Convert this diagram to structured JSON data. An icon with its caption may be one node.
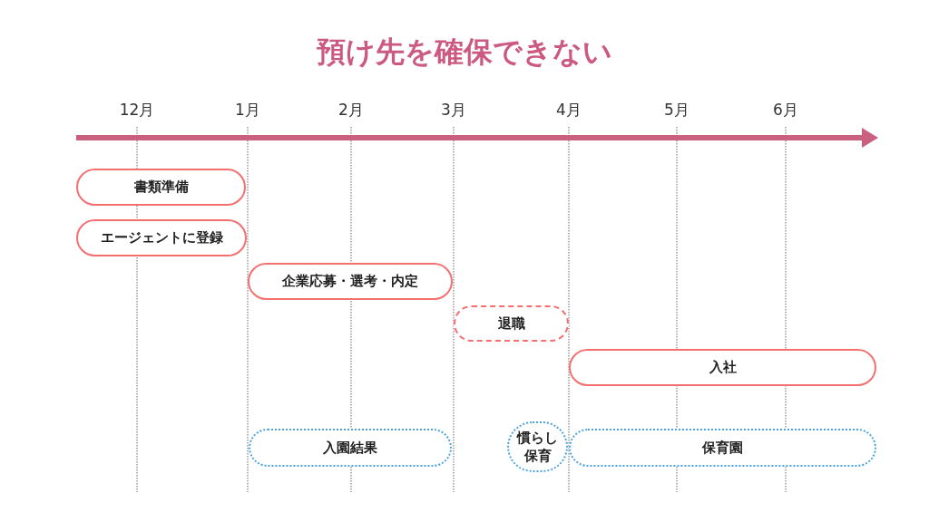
{
  "diagram": {
    "title": "預け先を確保できない",
    "nodes": [
      {
        "text": [
          "書類準備"
        ]
      },
      {
        "text": [
          "エージェントに登録"
        ]
      },
      {
        "text": [
          "企業応募・選考・内定"
        ]
      },
      {
        "text": [
          "退職"
        ]
      },
      {
        "text": [
          "入社"
        ]
      },
      {
        "text": [
          "入園結果"
        ]
      },
      {
        "text": [
          "慣らし保育"
        ]
      },
      {
        "text": [
          "保育園"
        ]
      }
    ],
    "labels": [
      "12月",
      "1月",
      "2月",
      "3月",
      "4月",
      "5月",
      "6月"
    ]
  }
}
